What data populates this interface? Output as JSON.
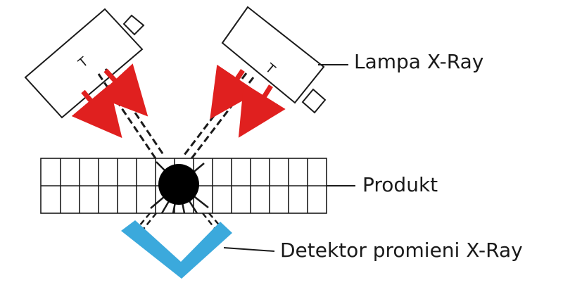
{
  "labels": {
    "lamp": "Lampa X-Ray",
    "product": "Produkt",
    "detector": "Detektor promieni X-Ray"
  },
  "lamp_marking": "T",
  "colors": {
    "line": "#1a1a1a",
    "arrow": "#e0201f",
    "detector": "#3ba9dc",
    "object": "#000000",
    "background": "#ffffff"
  }
}
